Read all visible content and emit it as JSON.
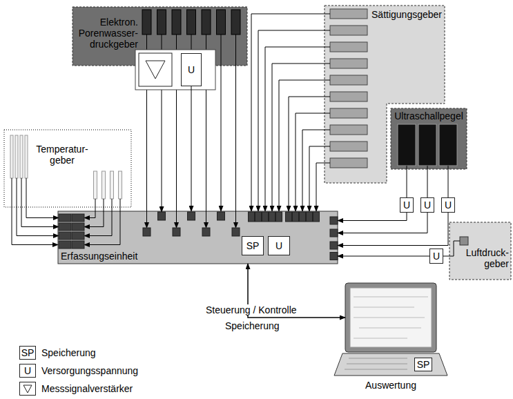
{
  "diagram": {
    "nodes": [
      {
        "text": [
          "Elektron. Porenwasser-druckgeber"
        ]
      },
      {
        "text": [
          "Sättigungsgeber"
        ]
      },
      {
        "text": [
          "Temperatur-geber"
        ]
      },
      {
        "text": [
          "Ultraschallpegel"
        ]
      },
      {
        "text": [
          "Luftdruck-geber"
        ]
      },
      {
        "text": [
          "Erfassungseinheit"
        ]
      },
      {
        "text": [
          "SP"
        ],
        "in": 5
      },
      {
        "text": [
          "U"
        ],
        "in": 5
      },
      {
        "text": [
          "U"
        ]
      },
      {
        "text": [
          "U"
        ]
      },
      {
        "text": [
          "U"
        ]
      },
      {
        "text": [
          "U"
        ]
      },
      {
        "text": [
          "U"
        ]
      },
      {
        "text": [
          "Auswertung"
        ]
      },
      {
        "text": [
          "SP"
        ],
        "in": 13
      }
    ],
    "edges": [
      {
        "from": 0,
        "to": 5,
        "arrow": "to"
      },
      {
        "from": 8,
        "to": 5,
        "arrow": "to"
      },
      {
        "from": 1,
        "to": 5,
        "arrow": "to"
      },
      {
        "from": 2,
        "to": 5,
        "arrow": "to"
      },
      {
        "from": 3,
        "to": 9,
        "arrow": "none"
      },
      {
        "from": 3,
        "to": 10,
        "arrow": "none"
      },
      {
        "from": 3,
        "to": 11,
        "arrow": "none"
      },
      {
        "from": 9,
        "to": 5,
        "arrow": "to"
      },
      {
        "from": 10,
        "to": 5,
        "arrow": "to"
      },
      {
        "from": 11,
        "to": 5,
        "arrow": "to"
      },
      {
        "from": 4,
        "to": 12,
        "arrow": "none"
      },
      {
        "from": 12,
        "to": 5,
        "arrow": "to"
      },
      {
        "from": 5,
        "to": 13,
        "label": "Steuerung / Kontrolle",
        "arrow": "both"
      }
    ],
    "labels": [
      "Speicherung",
      "SP",
      "U"
    ],
    "legend": [
      {
        "text": "Speicherung"
      },
      {
        "text": "Versorgungsspannung"
      },
      {
        "text": "Messsignalverstärker"
      }
    ]
  }
}
